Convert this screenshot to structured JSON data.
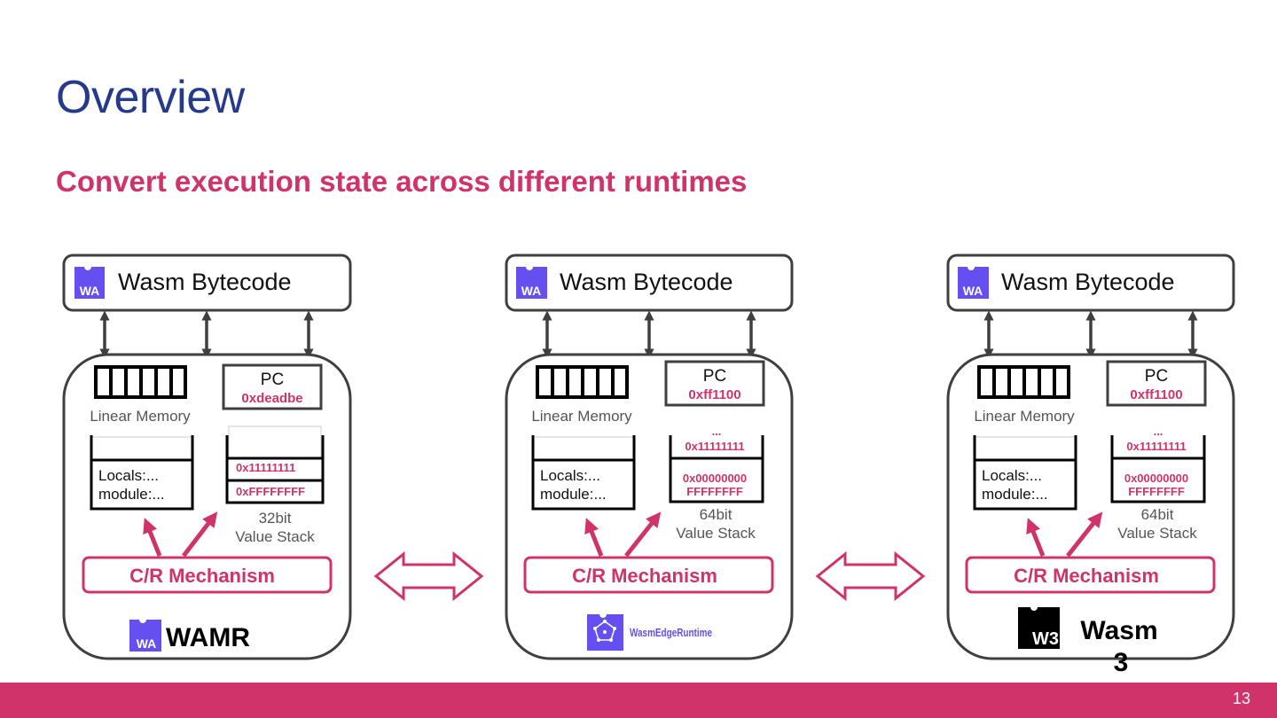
{
  "title": "Overview",
  "subtitle": "Convert execution state across different runtimes",
  "page_number": "13",
  "colors": {
    "title": "#253a8b",
    "accent": "#d0336a",
    "wasm_purple": "#654ff0",
    "outline": "#3f3f3f",
    "muted_text": "#555555"
  },
  "icons": {
    "bytecode": "wasm-logo-icon",
    "memory": "memory-chip-icon",
    "exchange": "double-arrow-icon"
  },
  "runtimes": [
    {
      "key": "wamr",
      "bytecode_label": "Wasm Bytecode",
      "logo_badge": "WA",
      "linear_memory_label": "Linear Memory",
      "pc_label": "PC",
      "pc_value": "0xdeadbe",
      "frame_locals": "Locals:...",
      "frame_module": "module:...",
      "stack_top_ellipsis": "",
      "stack_values": [
        "0x11111111",
        "0xFFFFFFFF"
      ],
      "stack_label_1": "32bit",
      "stack_label_2": "Value Stack",
      "mechanism_label": "C/R Mechanism",
      "runtime_badge": "WA",
      "runtime_name_1": "WAMR",
      "runtime_name_2": ""
    },
    {
      "key": "wasmedge",
      "bytecode_label": "Wasm Bytecode",
      "logo_badge": "WA",
      "linear_memory_label": "Linear Memory",
      "pc_label": "PC",
      "pc_value": "0xff1100",
      "frame_locals": "Locals:...",
      "frame_module": "module:...",
      "stack_top_ellipsis": "...",
      "stack_values": [
        "0x11111111",
        "0x00000000",
        "FFFFFFFF"
      ],
      "stack_label_1": "64bit",
      "stack_label_2": "Value Stack",
      "mechanism_label": "C/R Mechanism",
      "runtime_badge": "",
      "runtime_name_1": "WasmEdgeRuntime",
      "runtime_name_2": ""
    },
    {
      "key": "wasm3",
      "bytecode_label": "Wasm Bytecode",
      "logo_badge": "WA",
      "linear_memory_label": "Linear Memory",
      "pc_label": "PC",
      "pc_value": "0xff1100",
      "frame_locals": "Locals:...",
      "frame_module": "module:...",
      "stack_top_ellipsis": "...",
      "stack_values": [
        "0x11111111",
        "0x00000000",
        "FFFFFFFF"
      ],
      "stack_label_1": "64bit",
      "stack_label_2": "Value Stack",
      "mechanism_label": "C/R Mechanism",
      "runtime_badge": "W3",
      "runtime_name_1": "Wasm",
      "runtime_name_2": "3"
    }
  ]
}
